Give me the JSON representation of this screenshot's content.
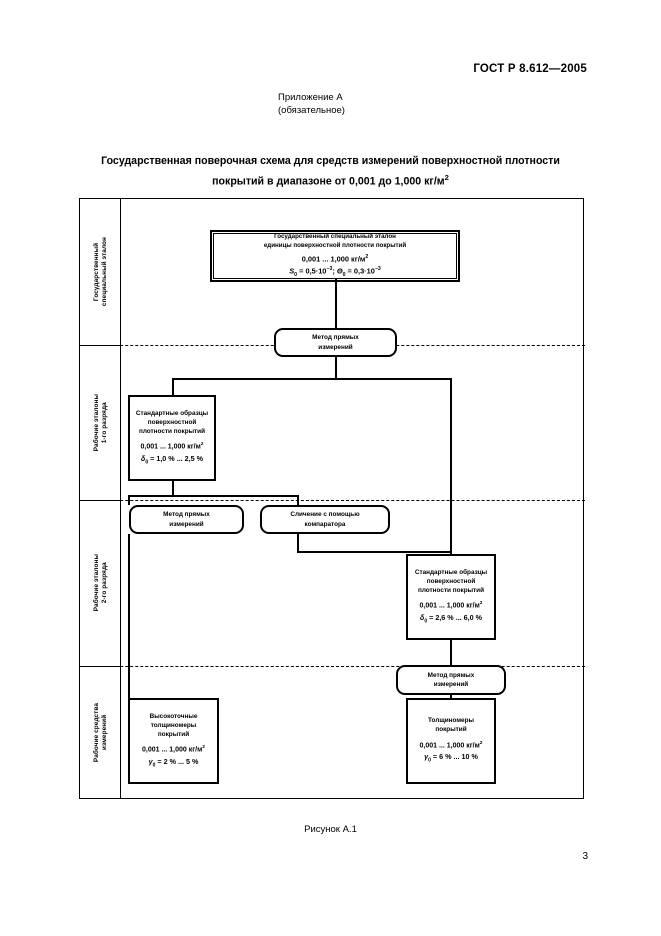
{
  "header": {
    "gost": "ГОСТ Р 8.612—2005",
    "appendix_title": "Приложение А",
    "appendix_subtitle": "(обязательное)"
  },
  "title": {
    "line1": "Государственная поверочная схема для средств измерений поверхностной плотности",
    "line2_pre": "покрытий в диапазоне от 0,001 до 1,000 кг/м",
    "line2_sup": "2"
  },
  "caption": "Рисунок А.1",
  "page_number": "3",
  "bands": [
    {
      "label": "Государственный\nспециальный эталон"
    },
    {
      "label": "Рабочие эталоны\n1-го разряда"
    },
    {
      "label": "Рабочие эталоны\n2-го разряда"
    },
    {
      "label": "Рабочие средства\nизмерений"
    }
  ],
  "nodes": {
    "state_etalon": {
      "line1": "Государственный специальный эталон",
      "line2": "единицы поверхностной плотности покрытий",
      "range_pre": "0,001 ... 1,000 кг/м",
      "range_sup": "2",
      "uncert_s_sym": "S",
      "uncert_s_sub": "0",
      "uncert_s_val": " = 0,5·10",
      "uncert_s_exp": "−3",
      "uncert_sep": ";  ",
      "uncert_t_sym": "Θ",
      "uncert_t_sub": "0",
      "uncert_t_val": " = 0,3·10",
      "uncert_t_exp": "−3"
    },
    "method_1": {
      "line1": "Метод прямых",
      "line2": "измерений"
    },
    "samples_rank1": {
      "line1": "Стандартные образцы",
      "line2": "поверхностной",
      "line3": "плотности покрытий",
      "range_pre": "0,001 ... 1,000 кг/м",
      "range_sup": "2",
      "err_sym": "δ",
      "err_sub": "0",
      "err_val": " = 1,0 % ... 2,5 %"
    },
    "method_2": {
      "line1": "Метод прямых",
      "line2": "измерений"
    },
    "comparator": {
      "line1": "Сличение с помощью",
      "line2": "компаратора"
    },
    "samples_rank2": {
      "line1": "Стандартные образцы",
      "line2": "поверхностной",
      "line3": "плотности покрытий",
      "range_pre": "0,001 ... 1,000 кг/м",
      "range_sup": "2",
      "err_sym": "δ",
      "err_sub": "0",
      "err_val": " = 2,6 % ... 6,0 %"
    },
    "method_3": {
      "line1": "Метод прямых",
      "line2": "измерений"
    },
    "gauges_precise": {
      "line1": "Высокоточные",
      "line2": "толщиномеры",
      "line3": "покрытий",
      "range_pre": "0,001 ... 1,000 кг/м",
      "range_sup": "2",
      "err_sym": "γ",
      "err_sub": "0",
      "err_val": " = 2 % ... 5 %"
    },
    "gauges_regular": {
      "line1": "Толщиномеры",
      "line2": "покрытий",
      "range_pre": "0,001 ... 1,000 кг/м",
      "range_sup": "2",
      "err_sym": "γ",
      "err_sub": "0",
      "err_val": " = 6 % ... 10 %"
    }
  }
}
